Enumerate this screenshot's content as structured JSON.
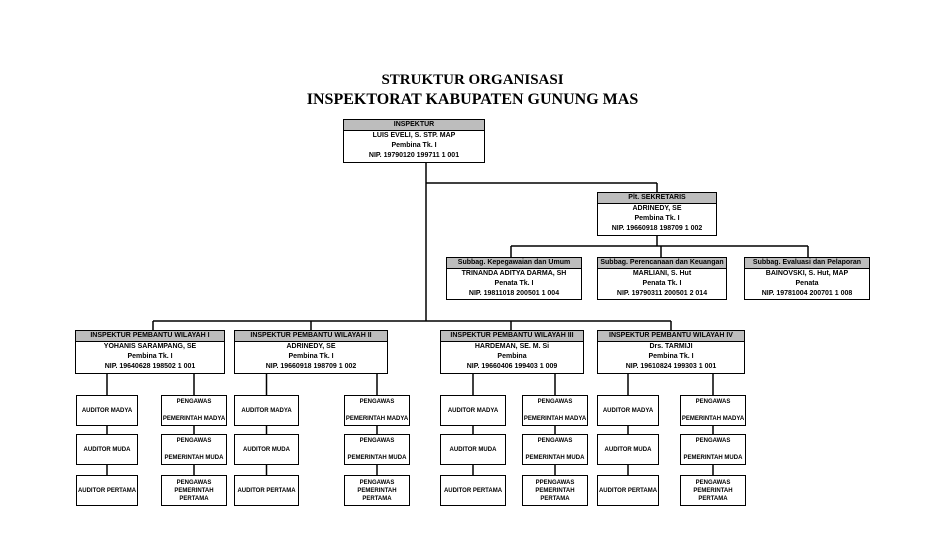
{
  "title": {
    "line1": "STRUKTUR ORGANISASI",
    "line2": "INSPEKTORAT KABUPATEN GUNUNG MAS"
  },
  "inspektur": {
    "position": "INSPEKTUR",
    "name": "LUIS EVELI, S. STP. MAP",
    "rank": "Pembina Tk. I",
    "nip": "NIP. 19790120 199711 1 001"
  },
  "sekretaris": {
    "position": "Plt. SEKRETARIS",
    "name": "ADRINEDY, SE",
    "rank": "Pembina Tk. I",
    "nip": "NIP. 19660918 198709 1 002"
  },
  "subbags": [
    {
      "position": "Subbag. Kepegawaian dan Umum",
      "name": "TRINANDA ADITYA DARMA, SH",
      "rank": "Penata Tk. I",
      "nip": "NIP. 19811018 200501 1 004"
    },
    {
      "position": "Subbag. Perencanaan dan Keuangan",
      "name": "MARLIANI, S. Hut",
      "rank": "Penata Tk. I",
      "nip": "NIP. 19790311 200501 2 014"
    },
    {
      "position": "Subbag. Evaluasi dan Pelaporan",
      "name": "BAINOVSKI, S. Hut, MAP",
      "rank": "Penata",
      "nip": "NIP. 19781004 200701 1 008"
    }
  ],
  "wilayah": [
    {
      "position": "INSPEKTUR PEMBANTU WILAYAH I",
      "name": "YOHANIS SARAMPANG, SE",
      "rank": "Pembina Tk. I",
      "nip": "NIP. 19640628 198502 1 001",
      "auditors": [
        "AUDITOR MADYA",
        "AUDITOR MUDA",
        "AUDITOR PERTAMA"
      ],
      "pengawas": [
        [
          "PENGAWAS",
          "PEMERINTAH MADYA"
        ],
        [
          "PENGAWAS",
          "PEMERINTAH MUDA"
        ],
        [
          "PENGAWAS",
          "PEMERINTAH",
          "PERTAMA"
        ]
      ]
    },
    {
      "position": "INSPEKTUR PEMBANTU WILAYAH II",
      "name": "ADRINEDY, SE",
      "rank": "Pembina Tk. I",
      "nip": "NIP. 19660918 198709 1 002",
      "auditors": [
        "AUDITOR MADYA",
        "AUDITOR MUDA",
        "AUDITOR PERTAMA"
      ],
      "pengawas": [
        [
          "PENGAWAS",
          "PEMERINTAH MADYA"
        ],
        [
          "PENGAWAS",
          "PEMERINTAH MUDA"
        ],
        [
          "PENGAWAS",
          "PEMERINTAH",
          "PERTAMA"
        ]
      ]
    },
    {
      "position": "INSPEKTUR PEMBANTU WILAYAH III",
      "name": "HARDEMAN, SE. M. Si",
      "rank": "Pembina",
      "nip": "NIP. 19660406 199403 1 009",
      "auditors": [
        "AUDITOR MADYA",
        "AUDITOR MUDA",
        "AUDITOR PERTAMA"
      ],
      "pengawas": [
        [
          "PENGAWAS",
          "PEMERINTAH MADYA"
        ],
        [
          "PENGAWAS",
          "PEMERINTAH MUDA"
        ],
        [
          "PPENGAWAS",
          "PEMERINTAH",
          "PERTAMA"
        ]
      ]
    },
    {
      "position": "INSPEKTUR PEMBANTU WILAYAH IV",
      "name": "Drs. TARMIJI",
      "rank": "Pembina Tk. I",
      "nip": "NIP. 19610824 199303 1 001",
      "auditors": [
        "AUDITOR MADYA",
        "AUDITOR MUDA",
        "AUDITOR PERTAMA"
      ],
      "pengawas": [
        [
          "PENGAWAS",
          "PEMERINTAH MADYA"
        ],
        [
          "PENGAWAS",
          "PEMERINTAH MUDA"
        ],
        [
          "PENGAWAS",
          "PEMERINTAH",
          "PERTAMA"
        ]
      ]
    }
  ]
}
